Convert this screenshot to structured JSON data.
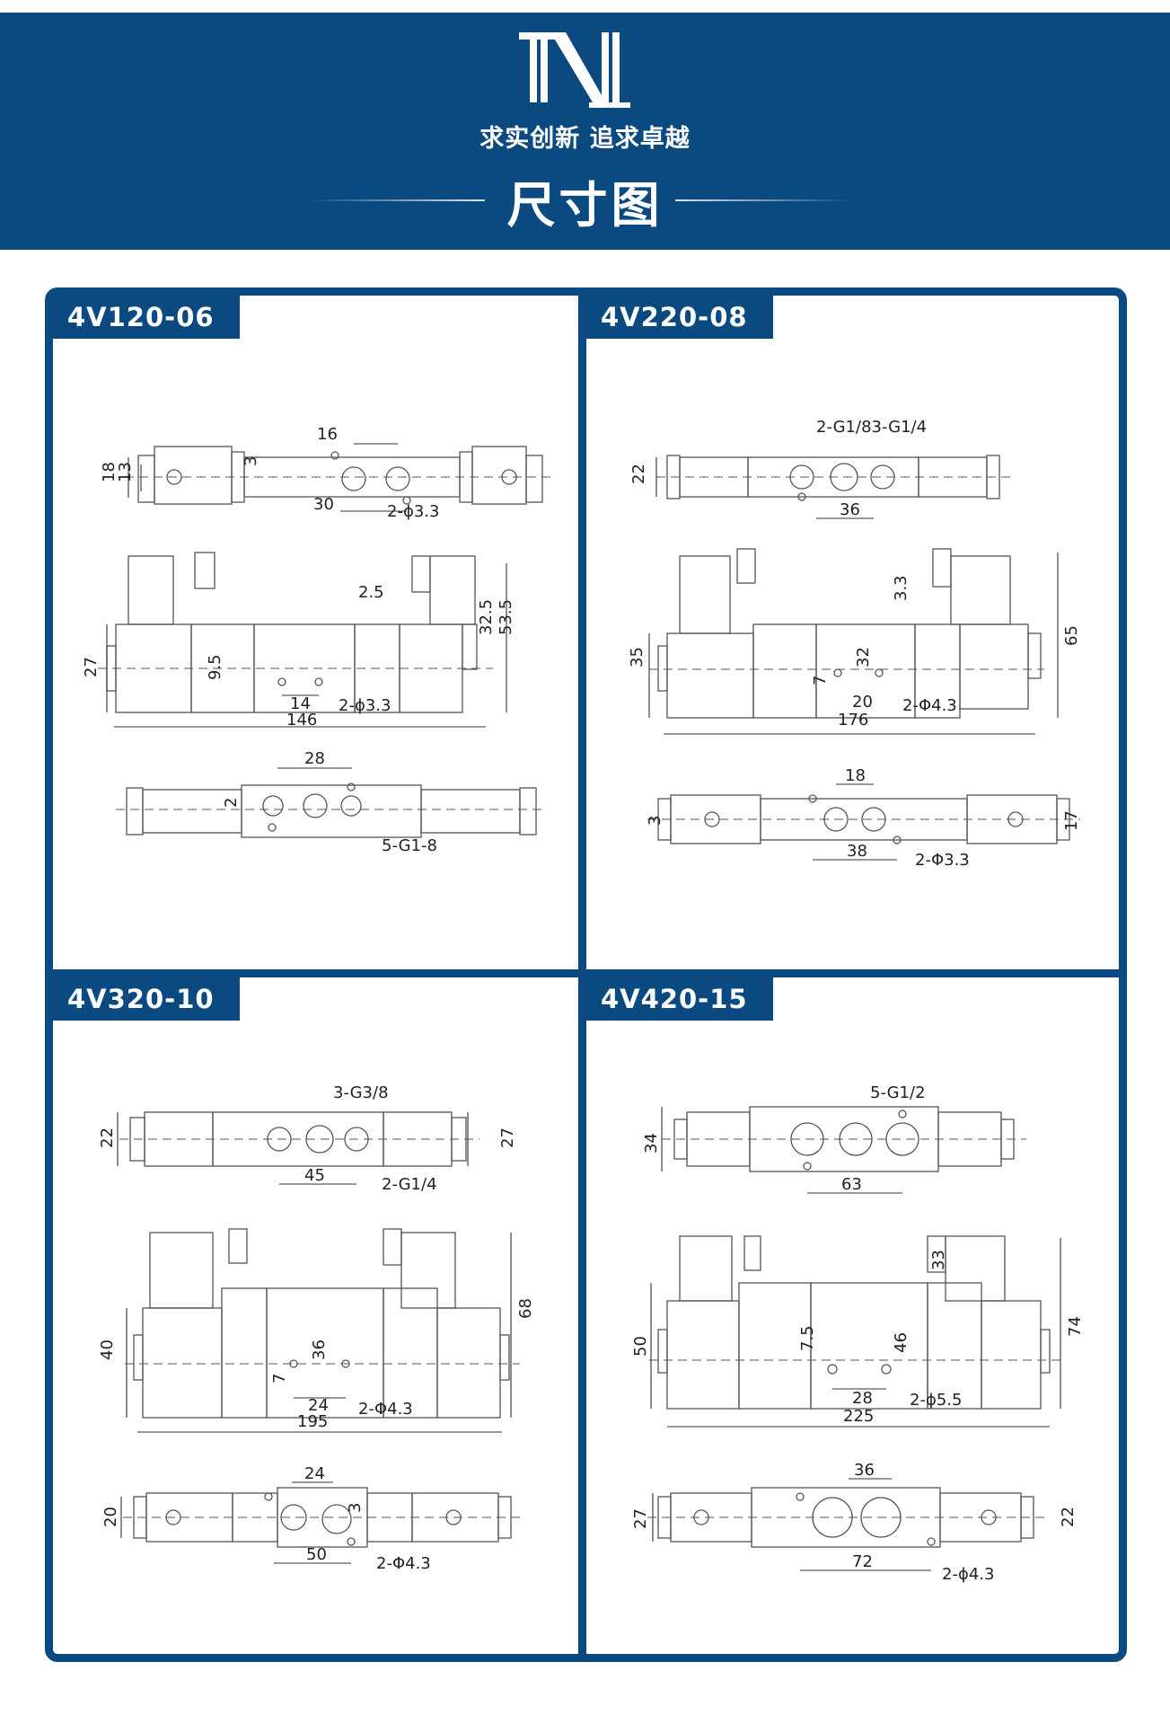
{
  "header": {
    "logo_icon": "brand-n-logo",
    "slogan": "求实创新  追求卓越",
    "title": "尺寸图"
  },
  "colors": {
    "brand": "#0b4a80",
    "background": "#ffffff",
    "line": "#555555"
  },
  "panels": [
    {
      "model": "4V120-06",
      "top_view": {
        "dims": [
          "18",
          "13",
          "3",
          "16",
          "30"
        ],
        "note": "2-ϕ3.3"
      },
      "front_view": {
        "dims": [
          "2.5",
          "32.5",
          "53.5",
          "27",
          "9.5",
          "14",
          "146"
        ],
        "note": "2-ϕ3.3"
      },
      "bottom_view": {
        "dims": [
          "28",
          "2"
        ],
        "note": "5-G1-8"
      }
    },
    {
      "model": "4V220-08",
      "top_view": {
        "dims": [
          "22",
          "36"
        ],
        "note": "2-G1/83-G1/4"
      },
      "front_view": {
        "dims": [
          "3.3",
          "65",
          "35",
          "32",
          "7",
          "20",
          "176"
        ],
        "note": "2-Φ4.3"
      },
      "bottom_view": {
        "dims": [
          "18",
          "3",
          "17",
          "38"
        ],
        "note": "2-Φ3.3"
      }
    },
    {
      "model": "4V320-10",
      "top_view": {
        "dims": [
          "22",
          "27",
          "45"
        ],
        "note": "3-G3/8",
        "note2": "2-G1/4"
      },
      "front_view": {
        "dims": [
          "68",
          "40",
          "36",
          "7",
          "24",
          "195"
        ],
        "note": "2-Φ4.3"
      },
      "bottom_view": {
        "dims": [
          "24",
          "20",
          "3",
          "50"
        ],
        "note": "2-Φ4.3"
      }
    },
    {
      "model": "4V420-15",
      "top_view": {
        "dims": [
          "34",
          "63"
        ],
        "note": "5-G1/2"
      },
      "front_view": {
        "dims": [
          "33",
          "74",
          "50",
          "46",
          "7.5",
          "28",
          "225"
        ],
        "note": "2-ϕ5.5"
      },
      "bottom_view": {
        "dims": [
          "36",
          "27",
          "22",
          "72"
        ],
        "note": "2-ϕ4.3"
      }
    }
  ]
}
